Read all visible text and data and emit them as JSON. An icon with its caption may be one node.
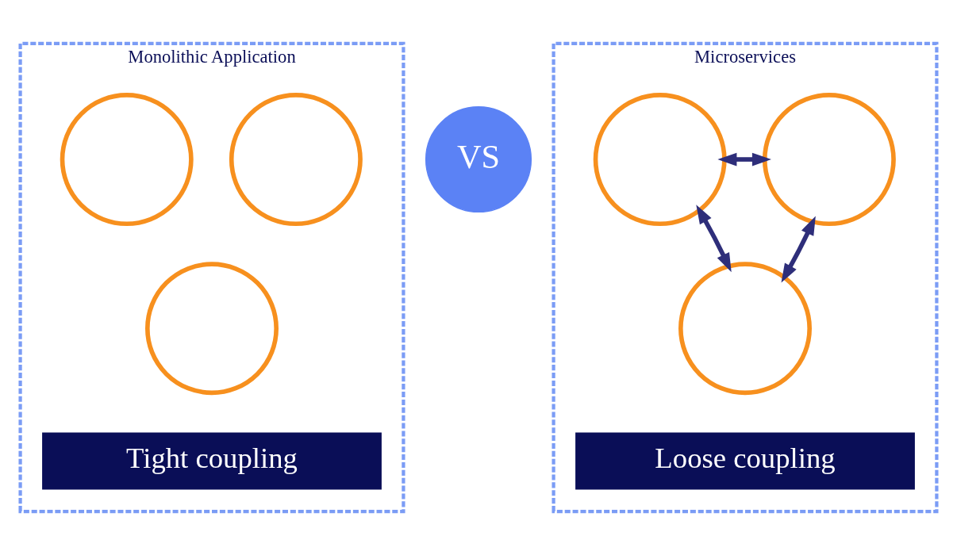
{
  "diagram": {
    "nodes": [
      {
        "text": [
          "Monolithic Application"
        ]
      },
      {
        "text": [],
        "shape": "circle",
        "in": 0
      },
      {
        "text": [],
        "shape": "circle",
        "in": 0
      },
      {
        "text": [],
        "shape": "circle",
        "in": 0
      },
      {
        "text": [
          "Tight coupling"
        ],
        "in": 0
      },
      {
        "text": [
          "VS"
        ]
      },
      {
        "text": [
          "Microservices"
        ]
      },
      {
        "text": [],
        "shape": "circle",
        "in": 6
      },
      {
        "text": [],
        "shape": "circle",
        "in": 6
      },
      {
        "text": [],
        "shape": "circle",
        "in": 6
      },
      {
        "text": [
          "Loose coupling"
        ],
        "in": 6
      }
    ],
    "edges": [
      {
        "from": 7,
        "to": 8,
        "arrow": "both"
      },
      {
        "from": 7,
        "to": 9,
        "arrow": "both"
      },
      {
        "from": 8,
        "to": 9,
        "arrow": "both"
      }
    ]
  }
}
